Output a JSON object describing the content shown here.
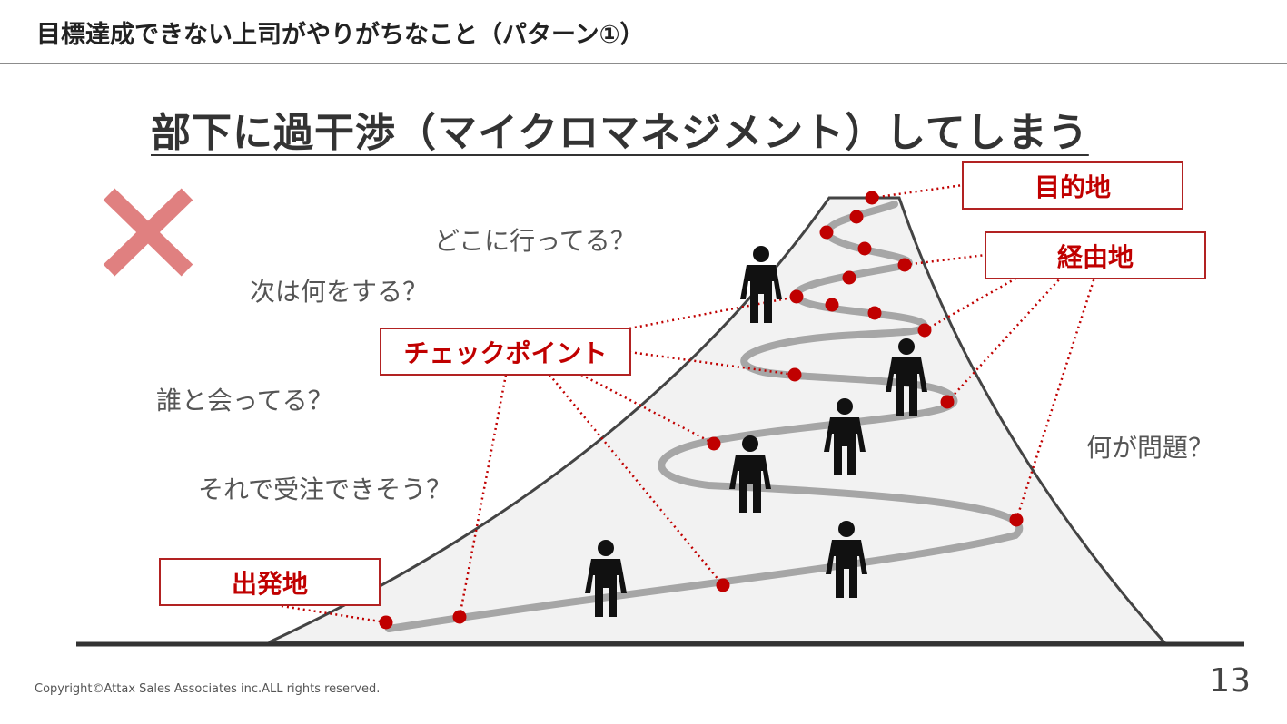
{
  "header": {
    "title": "目標達成できない上司がやりがちなこと（パターン①）"
  },
  "headline": "部下に過干渉（マイクロマネジメント）してしまう",
  "questions": [
    "どこに行ってる？",
    "次は何をする？",
    "誰と会ってる？",
    "それで受注できそう？",
    "何が問題？"
  ],
  "labels": {
    "destination": "目的地",
    "waypoint": "経由地",
    "checkpoint": "チェックポイント",
    "start": "出発地"
  },
  "icons": {
    "x_mark": "x-mark-icon",
    "person": "person-icon"
  },
  "colors": {
    "accent_red": "#c00000",
    "x_mark": "#e08080",
    "path_gray": "#a6a6a6",
    "mountain_fill": "#f2f2f2"
  },
  "footer": {
    "copyright": "Copyright©Attax Sales Associates inc.ALL rights reserved.",
    "page_number": "13"
  }
}
